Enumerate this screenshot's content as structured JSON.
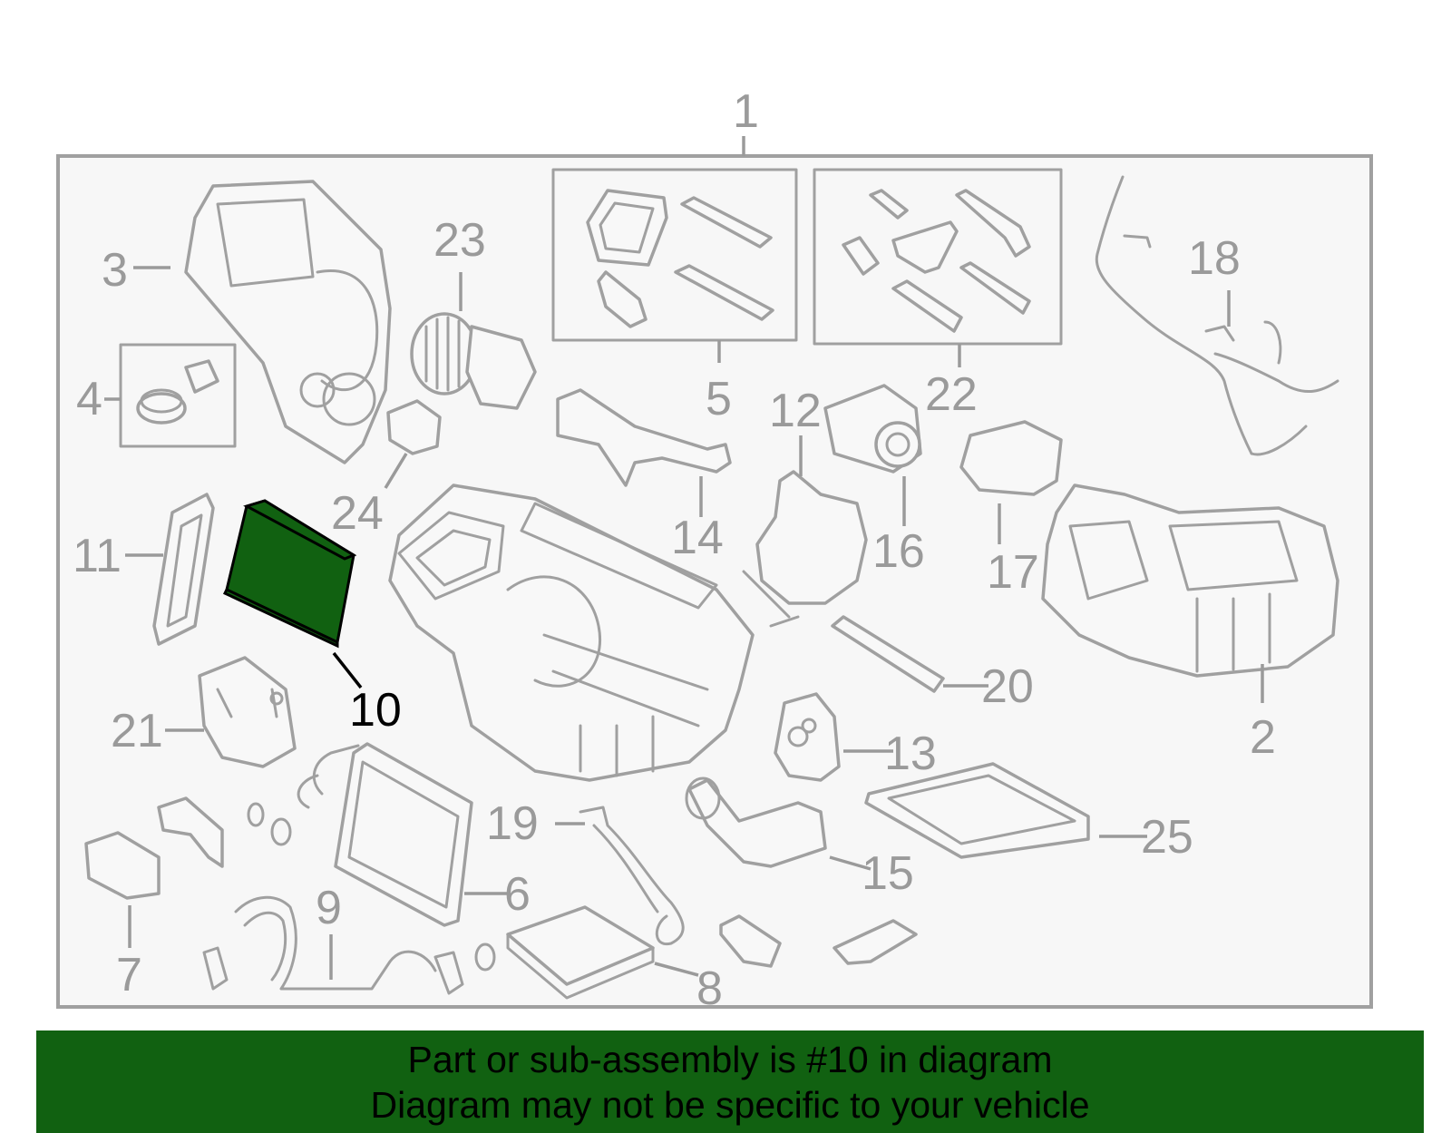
{
  "diagram": {
    "callouts": [
      {
        "id": "1",
        "label": "1"
      },
      {
        "id": "2",
        "label": "2"
      },
      {
        "id": "3",
        "label": "3"
      },
      {
        "id": "4",
        "label": "4"
      },
      {
        "id": "5",
        "label": "5"
      },
      {
        "id": "6",
        "label": "6"
      },
      {
        "id": "7",
        "label": "7"
      },
      {
        "id": "8",
        "label": "8"
      },
      {
        "id": "9",
        "label": "9"
      },
      {
        "id": "10",
        "label": "10",
        "highlighted": true
      },
      {
        "id": "11",
        "label": "11"
      },
      {
        "id": "12",
        "label": "12"
      },
      {
        "id": "13",
        "label": "13"
      },
      {
        "id": "14",
        "label": "14"
      },
      {
        "id": "15",
        "label": "15"
      },
      {
        "id": "16",
        "label": "16"
      },
      {
        "id": "17",
        "label": "17"
      },
      {
        "id": "18",
        "label": "18"
      },
      {
        "id": "19",
        "label": "19"
      },
      {
        "id": "20",
        "label": "20"
      },
      {
        "id": "21",
        "label": "21"
      },
      {
        "id": "22",
        "label": "22"
      },
      {
        "id": "23",
        "label": "23"
      },
      {
        "id": "24",
        "label": "24"
      },
      {
        "id": "25",
        "label": "25"
      }
    ],
    "highlight_color": "#116111",
    "line_color": "#a0a0a0"
  },
  "caption": {
    "line1": "Part or sub-assembly is #10 in diagram",
    "line2": "Diagram may not be specific to your vehicle",
    "background": "#116111"
  }
}
